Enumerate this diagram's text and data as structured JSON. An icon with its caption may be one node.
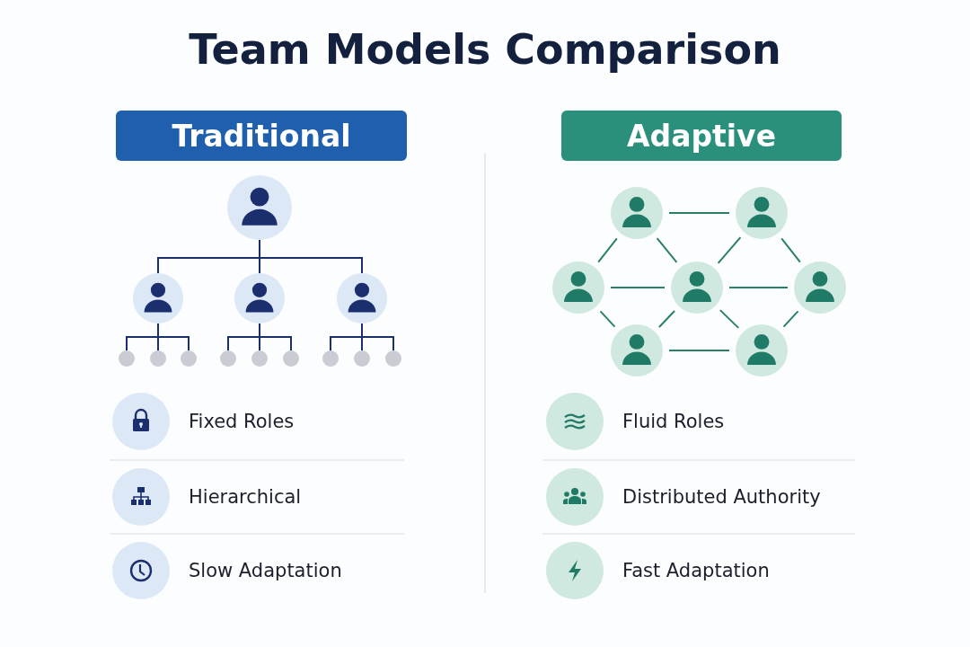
{
  "diagram": {
    "title": "Team Models Comparison",
    "nodes": [
      {
        "text": [
          "Traditional"
        ]
      },
      {
        "text": [
          "Adaptive"
        ]
      },
      {
        "text": [],
        "shape": "person"
      },
      {
        "text": [],
        "shape": "person"
      },
      {
        "text": [],
        "shape": "person"
      },
      {
        "text": [],
        "shape": "person"
      },
      {
        "text": [],
        "shape": "circle"
      },
      {
        "text": [],
        "shape": "circle"
      },
      {
        "text": [],
        "shape": "circle"
      },
      {
        "text": [],
        "shape": "circle"
      },
      {
        "text": [],
        "shape": "circle"
      },
      {
        "text": [],
        "shape": "circle"
      },
      {
        "text": [],
        "shape": "circle"
      },
      {
        "text": [],
        "shape": "circle"
      },
      {
        "text": [],
        "shape": "circle"
      },
      {
        "text": [],
        "shape": "person"
      },
      {
        "text": [],
        "shape": "person"
      },
      {
        "text": [],
        "shape": "person"
      },
      {
        "text": [],
        "shape": "person"
      },
      {
        "text": [],
        "shape": "person"
      },
      {
        "text": [],
        "shape": "person"
      },
      {
        "text": [],
        "shape": "person"
      }
    ],
    "edges": [
      {
        "from": 2,
        "to": 3,
        "arrow": "none"
      },
      {
        "from": 2,
        "to": 4,
        "arrow": "none"
      },
      {
        "from": 2,
        "to": 5,
        "arrow": "none"
      },
      {
        "from": 3,
        "to": 6,
        "arrow": "none"
      },
      {
        "from": 3,
        "to": 7,
        "arrow": "none"
      },
      {
        "from": 3,
        "to": 8,
        "arrow": "none"
      },
      {
        "from": 4,
        "to": 9,
        "arrow": "none"
      },
      {
        "from": 4,
        "to": 10,
        "arrow": "none"
      },
      {
        "from": 4,
        "to": 11,
        "arrow": "none"
      },
      {
        "from": 5,
        "to": 12,
        "arrow": "none"
      },
      {
        "from": 5,
        "to": 13,
        "arrow": "none"
      },
      {
        "from": 5,
        "to": 14,
        "arrow": "none"
      },
      {
        "from": 15,
        "to": 16,
        "arrow": "none",
        "color": "#2a7f6a"
      },
      {
        "from": 15,
        "to": 17,
        "arrow": "none",
        "color": "#2a7f6a"
      },
      {
        "from": 15,
        "to": 18,
        "arrow": "none",
        "color": "#2a7f6a"
      },
      {
        "from": 16,
        "to": 18,
        "arrow": "none",
        "color": "#2a7f6a"
      },
      {
        "from": 16,
        "to": 19,
        "arrow": "none",
        "color": "#2a7f6a"
      },
      {
        "from": 17,
        "to": 18,
        "arrow": "none",
        "color": "#2a7f6a"
      },
      {
        "from": 18,
        "to": 19,
        "arrow": "none",
        "color": "#2a7f6a"
      },
      {
        "from": 17,
        "to": 20,
        "arrow": "none",
        "color": "#2a7f6a"
      },
      {
        "from": 18,
        "to": 20,
        "arrow": "none",
        "color": "#2a7f6a"
      },
      {
        "from": 18,
        "to": 21,
        "arrow": "none",
        "color": "#2a7f6a"
      },
      {
        "from": 19,
        "to": 21,
        "arrow": "none",
        "color": "#2a7f6a"
      },
      {
        "from": 20,
        "to": 21,
        "arrow": "none",
        "color": "#2a7f6a"
      }
    ],
    "labels": [
      "Fixed Roles",
      "Hierarchical",
      "Slow Adaptation",
      "Fluid Roles",
      "Distributed Authority",
      "Fast Adaptation"
    ]
  }
}
